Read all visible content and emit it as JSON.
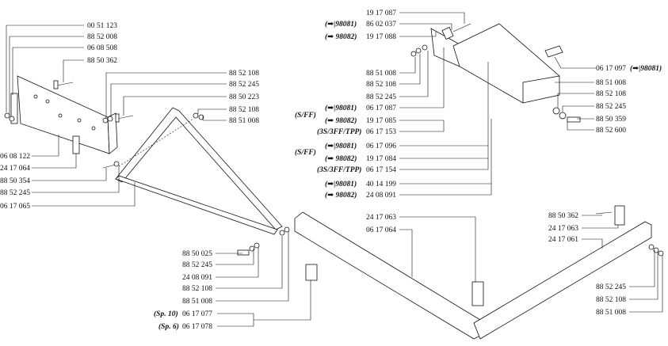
{
  "groups": {
    "left": {
      "labels": [
        "00 51 123",
        "88 52 008",
        "06 08 508",
        "88 50 362",
        "88 52 108",
        "88 52 245",
        "88 50 223",
        "88 52 108",
        "88 51 008",
        "06 08 122",
        "24 17 064",
        "88 50 354",
        "88 52 245",
        "06 17 065",
        "88 50 025",
        "88 52 245",
        "24 08 091",
        "88 52 108",
        "88 51 008",
        "06 17 077",
        "06 17 078"
      ],
      "prefixes": {
        "sp10": "(Sp. 10)",
        "sp6": "(Sp. 6)"
      }
    },
    "right_top": {
      "labels": [
        "19 17 087",
        "86 02 037",
        "19 17 088",
        "88 51 008",
        "88 52 108",
        "88 52 245",
        "06 17 087",
        "19 17 085",
        "06 17 153",
        "06 17 096",
        "19 17 084",
        "06 17 154",
        "40 14 199",
        "24 08 091",
        "06 17 097",
        "88 51 008",
        "88 52 108",
        "88 52 245",
        "88 50 359",
        "88 52 600"
      ],
      "codes": {
        "c98081": "98081",
        "c98082": "98082"
      },
      "variants": {
        "sff": "(S/FF)",
        "s3": "(3S/3FF/TPP)"
      }
    },
    "right_bottom": {
      "labels": [
        "24 17 063",
        "06 17 064",
        "88 50 362",
        "24 17 063",
        "24 17 061",
        "88 52 245",
        "88 52 108",
        "88 51 008"
      ]
    }
  }
}
